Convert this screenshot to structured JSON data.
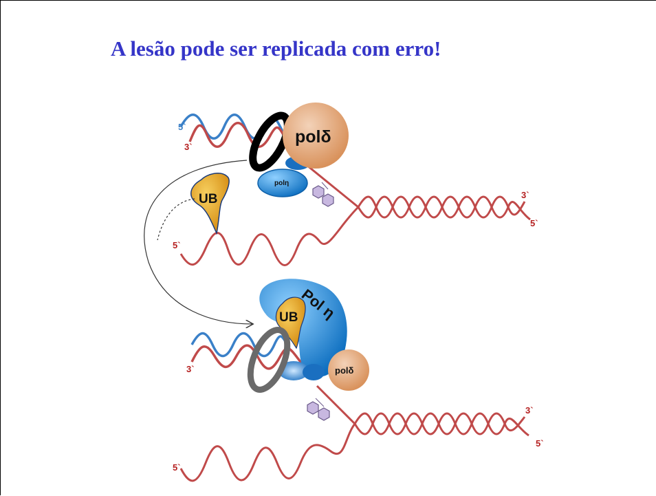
{
  "title": "A lesão pode ser replicada com erro!",
  "labels": {
    "strand_5_prime": "5`",
    "strand_3_prime": "3`"
  },
  "proteins": {
    "pol_delta": "polδ",
    "pol_eta_small": "polη",
    "pol_eta_large": "Pol η",
    "ubiquitin": "UB"
  },
  "colors": {
    "title": "#3535c8",
    "dna_red": "#c04a4a",
    "dna_blue": "#3a80c8",
    "pol_delta": "#e0a67a",
    "pol_eta": "#2a8fd8",
    "ubiquitin": "#e8a620",
    "lesion": "#c8b8e0"
  }
}
